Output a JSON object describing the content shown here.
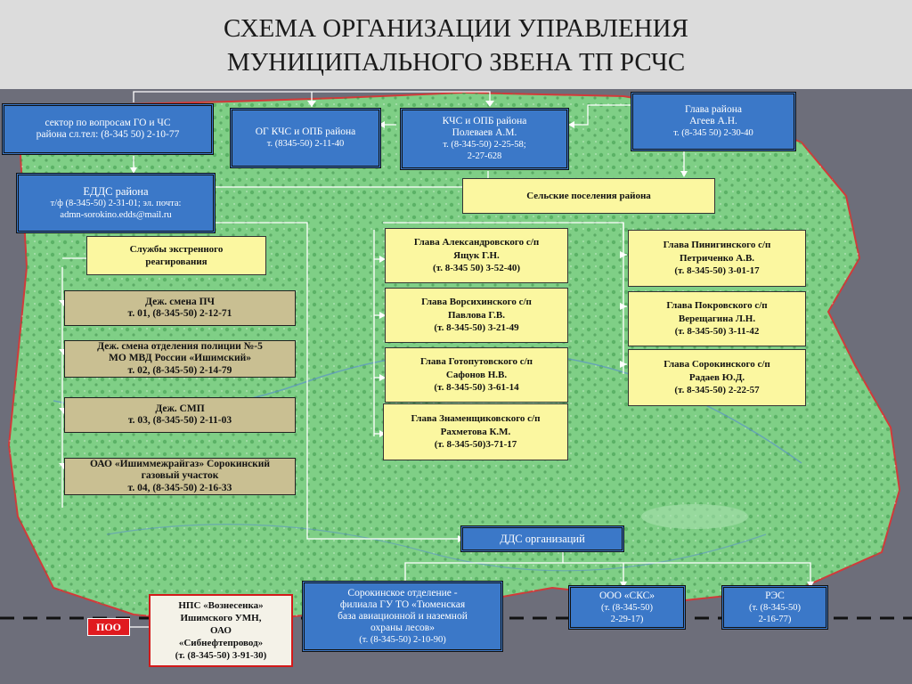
{
  "title": {
    "line1": "СХЕМА ОРГАНИЗАЦИИ УПРАВЛЕНИЯ",
    "line2": "МУНИЦИПАЛЬНОГО ЗВЕНА ТП РСЧС"
  },
  "boxes": {
    "sector": {
      "l1": "сектор по вопросам ГО и ЧС",
      "l2": "района сл.тел: (8-345 50) 2-10-77"
    },
    "og_kchs": {
      "l1": "ОГ КЧС и ОПБ района",
      "l2": "т. (8345-50) 2-11-40"
    },
    "kchs": {
      "l1": "КЧС и ОПБ района",
      "l2": "Полеваев А.М.",
      "l3": "т. (8-345-50) 2-25-58;",
      "l4": "2-27-628"
    },
    "head": {
      "l1": "Глава района",
      "l2": "Агеев А.Н.",
      "l3": "т. (8-345 50) 2-30-40"
    },
    "edds": {
      "l1": "ЕДДС района",
      "l2": "т/ф (8-345-50) 2-31-01; эл. почта:",
      "l3": "admn-sorokino.edds@mail.ru"
    },
    "rural": {
      "l1": "Сельские поселения района"
    },
    "services": {
      "l1": "Службы экстренного",
      "l2": "реагирования"
    },
    "pch": {
      "l1": "Деж. смена ПЧ",
      "l2": "т.  01, (8-345-50) 2-12-71"
    },
    "police": {
      "l1": "Деж. смена отделения полиции №-5",
      "l2": "МО МВД России «Ишимский»",
      "l3": "т. 02, (8-345-50) 2-14-79"
    },
    "smp": {
      "l1": "Деж. СМП",
      "l2": "т.  03, (8-345-50) 2-11-03"
    },
    "gas": {
      "l1": "ОАО «Ишиммежрайгаз» Сорокинский",
      "l2": "газовый участок",
      "l3": "т.  04, (8-345-50) 2-16-33"
    },
    "alex": {
      "l1": "Глава Александровского с/п",
      "l2": "Ящук Г.Н.",
      "l3": "(т. 8-345 50) 3-52-40)"
    },
    "vors": {
      "l1": "Глава Ворсихинского с/п",
      "l2": "Павлова Г.В.",
      "l3": "(т. 8-345-50) 3-21-49"
    },
    "goto": {
      "l1": "Глава Готопутовского с/п",
      "l2": "Сафонов Н.В.",
      "l3": "(т. 8-345-50) 3-61-14"
    },
    "znam": {
      "l1": "Глава Знаменщиковского с/п",
      "l2": "Рахметова К.М.",
      "l3": "(т. 8-345-50)3-71-17"
    },
    "ping": {
      "l1": "Глава Пинигинского  с/п",
      "l2": "Петриченко А.В.",
      "l3": "(т. 8-345-50) 3-01-17"
    },
    "pokr": {
      "l1": "Глава Покровского с/п",
      "l2": "Верещагина Л.Н.",
      "l3": "(т. 8-345-50) 3-11-42"
    },
    "soro": {
      "l1": "Глава Сорокинского  с/п",
      "l2": "Радаев Ю.Д.",
      "l3": "(т. 8-345-50) 2-22-57"
    },
    "dds": {
      "l1": "ДДС организаций"
    },
    "forest": {
      "l1": "Сорокинское отделение -",
      "l2": "филиала ГУ ТО «Тюменская",
      "l3": "база авиационной и наземной",
      "l4": "охраны лесов»",
      "l5": "(т. (8-345-50) 2-10-90)"
    },
    "sks": {
      "l1": "ООО «СКС»",
      "l2": "(т. (8-345-50)",
      "l3": "2-29-17)"
    },
    "res": {
      "l1": "РЭС",
      "l2": "(т. (8-345-50)",
      "l3": "2-16-77)"
    },
    "poo": {
      "l1": "ПОО"
    },
    "nps": {
      "l1": "НПС «Вознесенка»",
      "l2": "Ишимского УМН,",
      "l3": "ОАО",
      "l4": "«Сибнефтепровод»",
      "l5": "(т. (8-345-50) 3-91-30)"
    }
  },
  "colors": {
    "blue_box": "#3b78c8",
    "yellow_box": "#fbf7a0",
    "khaki_box": "#c9bf92",
    "poo_red": "#e01a1f",
    "map_green": "#7fcf86",
    "header_bg": "#dcdcdc"
  }
}
